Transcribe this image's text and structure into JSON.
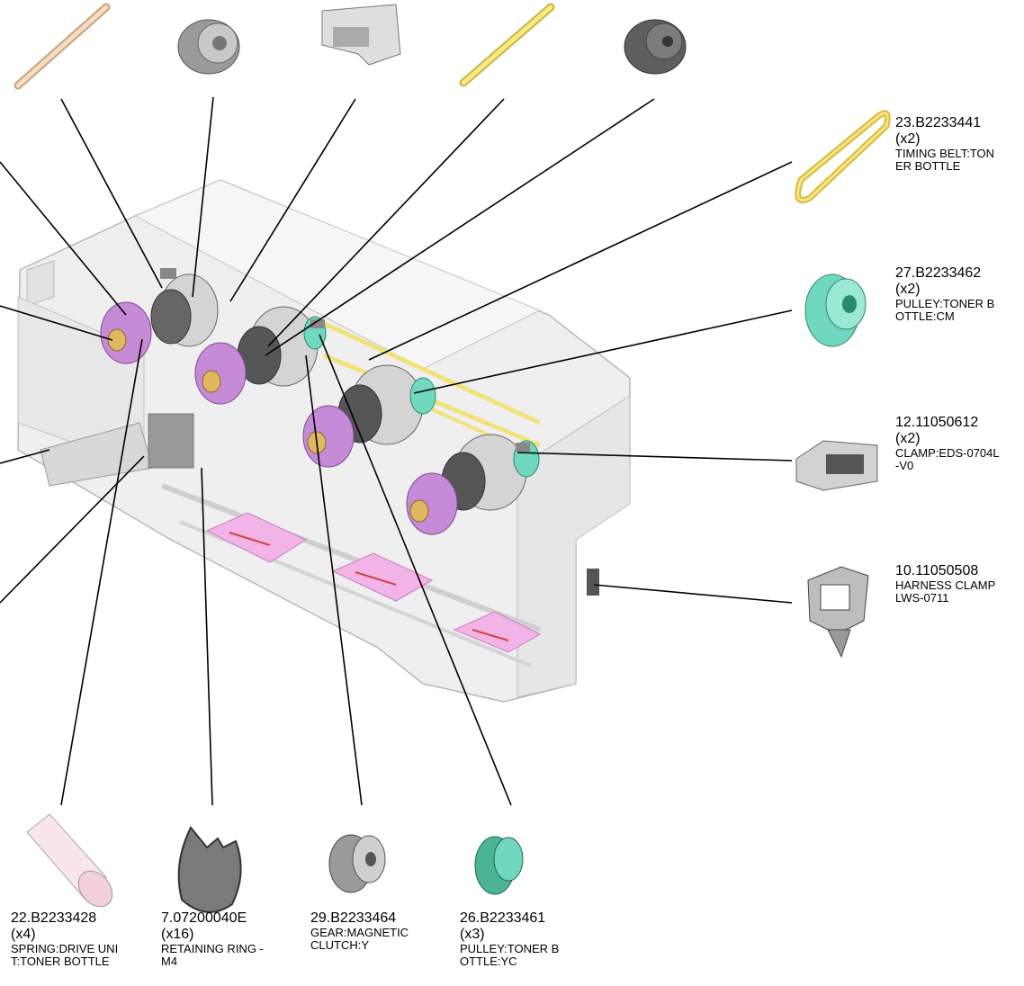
{
  "parts": [
    {
      "id": "p23",
      "part_number": "23.B2233441",
      "quantity": "(x2)",
      "description": "TIMING BELT:TON\nER BOTTLE"
    },
    {
      "id": "p27",
      "part_number": "27.B2233462",
      "quantity": "(x2)",
      "description": "PULLEY:TONER B\nOTTLE:CM"
    },
    {
      "id": "p12",
      "part_number": "12.11050612",
      "quantity": "(x2)",
      "description": "CLAMP:EDS-0704L\n-V0"
    },
    {
      "id": "p10",
      "part_number": "10.11050508",
      "quantity": "",
      "description": "HARNESS CLAMP\n LWS-0711"
    },
    {
      "id": "p22",
      "part_number": "22.B2233428",
      "quantity": "(x4)",
      "description": "SPRING:DRIVE UNI\nT:TONER BOTTLE"
    },
    {
      "id": "p7",
      "part_number": "7.07200040E",
      "quantity": "(x16)",
      "description": "RETAINING RING -\nM4"
    },
    {
      "id": "p29",
      "part_number": "29.B2233464",
      "quantity": "",
      "description": "GEAR:MAGNETIC\nCLUTCH:Y"
    },
    {
      "id": "p26",
      "part_number": "26.B2233461",
      "quantity": "(x3)",
      "description": "PULLEY:TONER B\nOTTLE:YC"
    }
  ],
  "colors": {
    "leader_line": "#000000",
    "chassis": "#e4e4e4",
    "gear_purple": "#c58bd6",
    "pulley_teal": "#6fd8be",
    "belt_yellow": "#f2e27a",
    "shaft_brass": "#e0b860",
    "pad_pink": "#f2b4e6"
  }
}
